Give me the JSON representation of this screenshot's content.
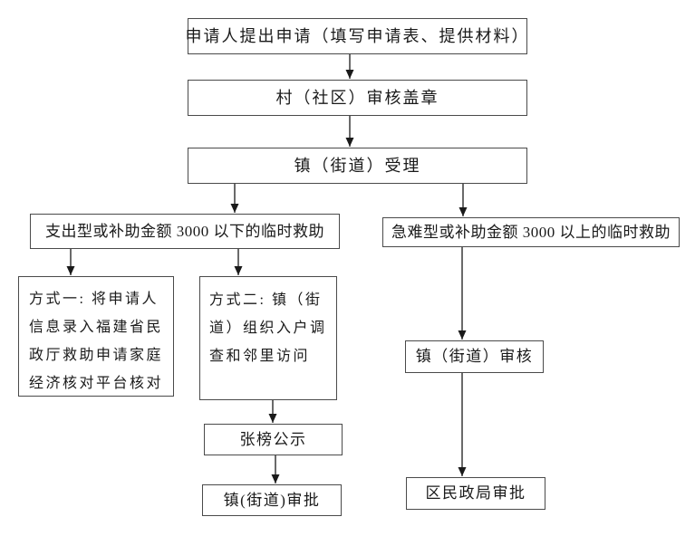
{
  "flowchart": {
    "description": "临时救助申请审批流程图",
    "colors": {
      "background": "#ffffff",
      "box_border": "#4a4a4a",
      "text": "#1a1a1a",
      "arrow": "#1a1a1a"
    }
  },
  "nodes": {
    "apply": {
      "label": "申请人提出申请（填写申请表、提供材料）"
    },
    "village_review": {
      "label": "村（社区）审核盖章"
    },
    "town_accept": {
      "label": "镇（街道）受理"
    },
    "branch_low": {
      "label": "支出型或补助金额 3000 以下的临时救助"
    },
    "branch_high": {
      "label": "急难型或补助金额 3000 以上的临时救助"
    },
    "method1": {
      "label": "方式一: 将申请人信息录入福建省民政厅救助申请家庭经济核对平台核对"
    },
    "method2": {
      "label": "方式二: 镇（街道）组织入户调查和邻里访问"
    },
    "public_notice": {
      "label": "张榜公示"
    },
    "town_approve": {
      "label": "镇(街道)审批"
    },
    "town_review": {
      "label": "镇（街道）审核"
    },
    "district_approve": {
      "label": "区民政局审批"
    }
  },
  "edges": [
    {
      "from": "apply",
      "to": "village_review"
    },
    {
      "from": "village_review",
      "to": "town_accept"
    },
    {
      "from": "town_accept",
      "to": "branch_low"
    },
    {
      "from": "town_accept",
      "to": "branch_high"
    },
    {
      "from": "branch_low",
      "to": "method1"
    },
    {
      "from": "branch_low",
      "to": "method2"
    },
    {
      "from": "method2",
      "to": "public_notice"
    },
    {
      "from": "public_notice",
      "to": "town_approve"
    },
    {
      "from": "branch_high",
      "to": "town_review"
    },
    {
      "from": "town_review",
      "to": "district_approve"
    }
  ]
}
